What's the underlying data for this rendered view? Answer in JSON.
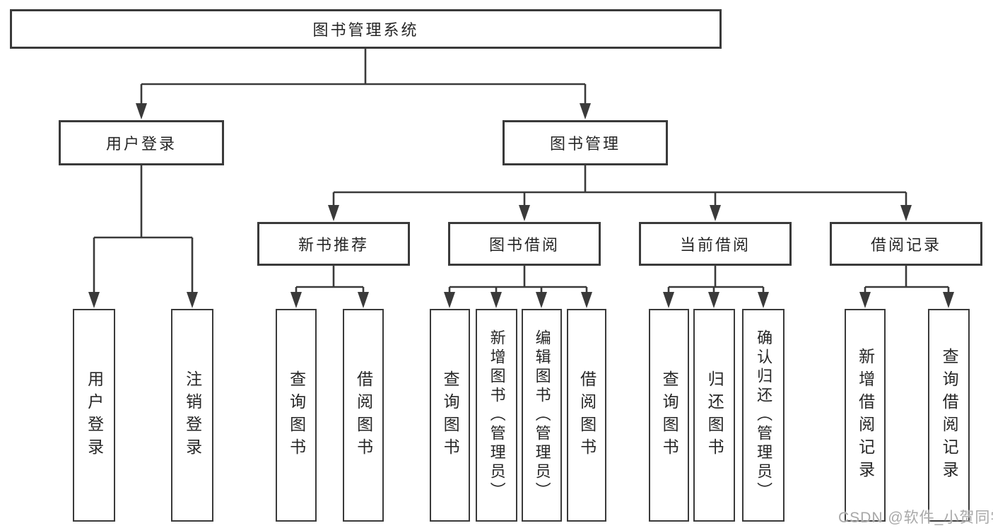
{
  "diagram": {
    "root": {
      "label": "图书管理系统"
    },
    "branches": [
      {
        "label": "用户登录",
        "children": [
          {
            "label": "用户登录"
          },
          {
            "label": "注销登录"
          }
        ]
      },
      {
        "label": "图书管理",
        "modules": [
          {
            "label": "新书推荐",
            "children": [
              {
                "label": "查询图书"
              },
              {
                "label": "借阅图书"
              }
            ]
          },
          {
            "label": "图书借阅",
            "children": [
              {
                "label": "查询图书"
              },
              {
                "label": "新增图书（管理员）"
              },
              {
                "label": "编辑图书（管理员）"
              },
              {
                "label": "借阅图书"
              }
            ]
          },
          {
            "label": "当前借阅",
            "children": [
              {
                "label": "查询图书"
              },
              {
                "label": "归还图书"
              },
              {
                "label": "确认归还（管理员）"
              }
            ]
          },
          {
            "label": "借阅记录",
            "children": [
              {
                "label": "新增借阅记录"
              },
              {
                "label": "查询借阅记录"
              }
            ]
          }
        ]
      }
    ]
  },
  "watermark": "CSDN @软件_小贺同学",
  "colors": {
    "line": "#3a3a3a",
    "text": "#262626",
    "watermark": "#a8a8a8",
    "background": "#ffffff"
  }
}
